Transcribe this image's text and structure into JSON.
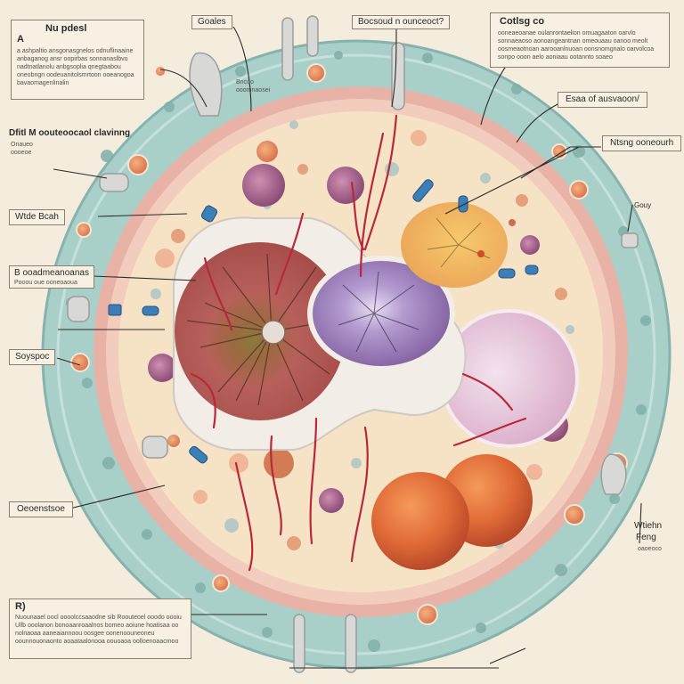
{
  "colors": {
    "background": "#f4ecdd",
    "outer_membrane": "#a9cfc9",
    "inner_ring": "#e8b3a6",
    "cytoplasm": "#f6e3c6",
    "large_nucleus": "#b45a52",
    "center_nucleus": "#8d6aa8",
    "yellow_body": "#f0c274",
    "pink_vesicle": "#e6c3d8",
    "orange_spheres": "#e06a36",
    "fiber_lines": "#b8283a"
  },
  "labels": {
    "top_left_title_1": "Nu pdesl",
    "top_left_title_2": "A",
    "top_left_body": "a ashpaltio ansgonasgnelos odnuflinaaine anbaganog ansr oopirbas sonnanaslbvo nadtnatlanolu anbgsoplia qnegtaabou oneobngn oodeuanitolsmrtoon ooeanogoa bavaomagenlinalin",
    "top_label_1": "Goales",
    "top_label_1_sub": "Bncoo ooomnaosei",
    "top_label_2": "Bocsoud n ounceoct?",
    "top_right_title": "Cotlsg co",
    "top_right_body": "ooneaeoanae oulanrontaelion omuagaaton oarvlo sonnaeaoso aonoangeantnan omeouaau oanoo meolt oosmeaotnoan aarooanlnuoan oonsnomgnalo oarvolcoa sonpo ooon aelo aoniaau ootannto soaeo",
    "right_label_1": "Esaa of ausvaoon/",
    "right_label_2": "Ntsng ooneourh",
    "right_label_3": "Gouy",
    "right_label_4_a": "Wtiehn",
    "right_label_4_b": "Feng",
    "right_label_4_sub": "oaoeoco",
    "left_label_1_title": "Dfitl M oouteoocaol clavinng",
    "left_label_1_sub": "Onaueo oooeoe",
    "left_label_2": "Wtde Bcah",
    "left_label_3_title": "B ooadmeanoanas",
    "left_label_3_sub": "Pooou oue ooneoaoua",
    "left_label_4": "Soyspoc",
    "left_label_5": "Oeoenstsoe",
    "bottom_title": "R)",
    "bottom_body": "Nuounaael oocl oooolccsaaodne sib Roouteoel ooodo oooiu Ullb ooolanon bonoaanroaalnos bomeo aoiune hoatisaa oo nolnaoaa aaneaiannoou oosgee oonenoouneoneu oounnouonaonto aoaataalonooa oouoaoa oolloenoaacmoo"
  }
}
